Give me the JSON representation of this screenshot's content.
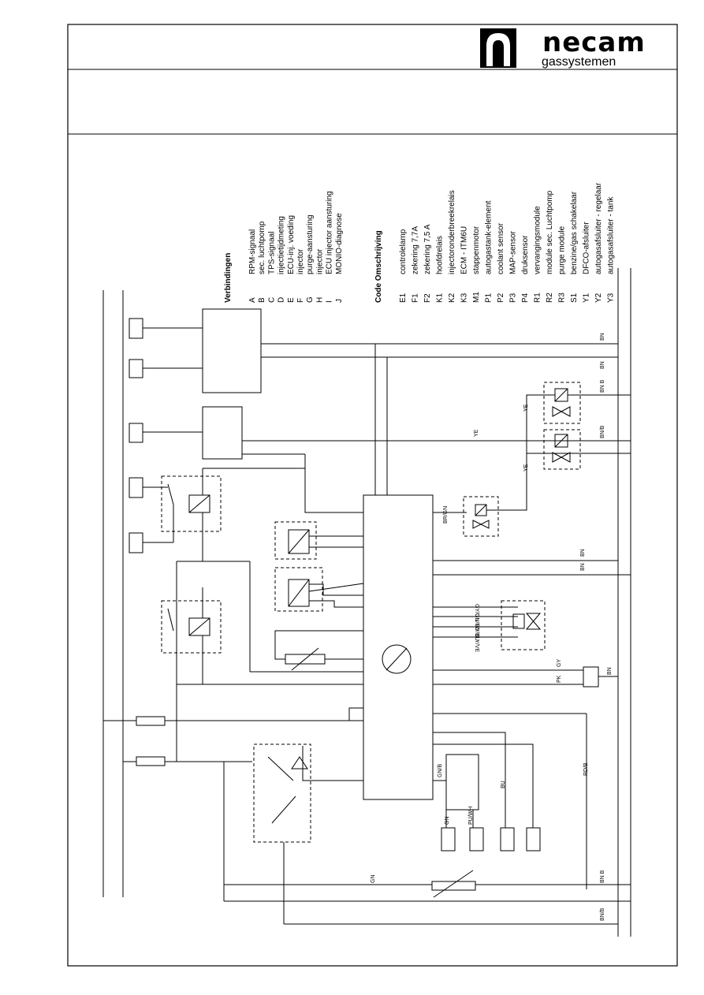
{
  "header": {
    "brand_name": "necam",
    "brand_sub": "gassystemen"
  },
  "legend": {
    "connections_title": "Verbindingen",
    "connections": [
      {
        "code": "A",
        "label": "RPM-signaal"
      },
      {
        "code": "B",
        "label": "sec. luchtpomp"
      },
      {
        "code": "C",
        "label": "TPS-signaal"
      },
      {
        "code": "D",
        "label": "injectietijdmeting"
      },
      {
        "code": "E",
        "label": "ECU-inj. voeding"
      },
      {
        "code": "F",
        "label": "injector"
      },
      {
        "code": "G",
        "label": "purge-aansturing"
      },
      {
        "code": "H",
        "label": "injector"
      },
      {
        "code": "I",
        "label": "ECU injector aansturing"
      },
      {
        "code": "J",
        "label": "MONIO-diagnose"
      }
    ],
    "components_title": "Code Omschrijving",
    "components": [
      {
        "code": "E1",
        "label": "controlelamp"
      },
      {
        "code": "F1",
        "label": "zekering 7,7A"
      },
      {
        "code": "F2",
        "label": "zekering 7,5 A"
      },
      {
        "code": "K1",
        "label": "hoofdrelais"
      },
      {
        "code": "K2",
        "label": "injectoronderbreekrelais"
      },
      {
        "code": "K3",
        "label": "ECM - ITM6U"
      },
      {
        "code": "M1",
        "label": "stappenmotor"
      },
      {
        "code": "P1",
        "label": "autogastank-element"
      },
      {
        "code": "P2",
        "label": "coolant sensor"
      },
      {
        "code": "P3",
        "label": "MAP-sensor"
      },
      {
        "code": "P4",
        "label": "druksensor"
      },
      {
        "code": "R1",
        "label": "vervangingsmodule"
      },
      {
        "code": "R2",
        "label": "module sec. Luchtpomp"
      },
      {
        "code": "R3",
        "label": "purge  module"
      },
      {
        "code": "S1",
        "label": "benzine/gas schakelaar"
      },
      {
        "code": "Y1",
        "label": "DFCO-afsluiter"
      },
      {
        "code": "Y2",
        "label": "autogasafsluiter - regelaar"
      },
      {
        "code": "Y3",
        "label": "autogasafsluiter - tank"
      }
    ]
  },
  "wire_labels": {
    "bn": "BN",
    "bnb": "BN B",
    "bnb2": "BN/B",
    "ye": "YE",
    "brgn": "BR/GN",
    "gygn": "GY/GN",
    "gurd": "GU/RD",
    "gybu": "GY/BU",
    "gyve": "G Y/VE",
    "gy": "GY",
    "pk": "PK",
    "gnb": "GN/B",
    "bu": "BU",
    "rdb": "RD/B",
    "gn": "GN",
    "puwh": "PU/WH"
  }
}
